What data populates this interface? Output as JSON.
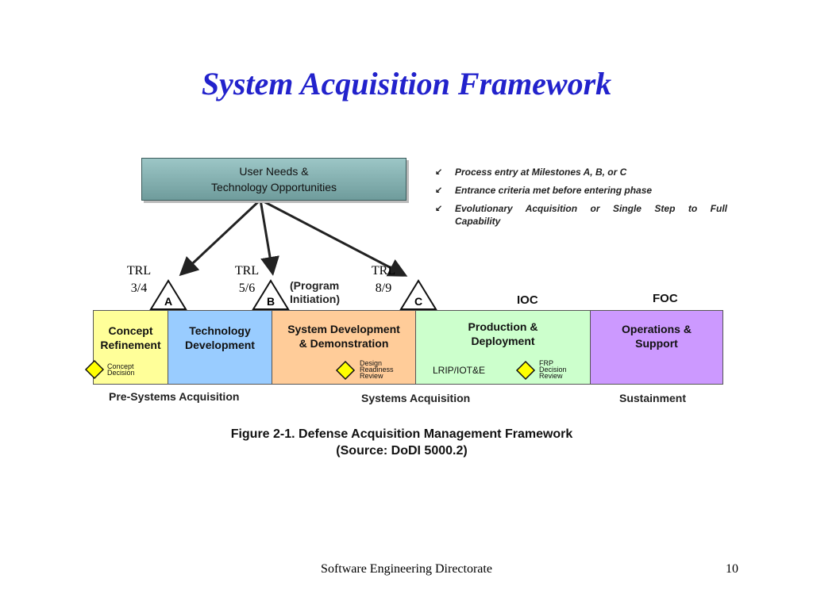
{
  "slide": {
    "title": "System Acquisition Framework",
    "footer": "Software Engineering Directorate",
    "page_number": "10"
  },
  "diagram": {
    "user_needs": {
      "line1": "User Needs &",
      "line2": "Technology  Opportunities"
    },
    "bullets": [
      "Process entry at Milestones A, B, or C",
      "Entrance criteria met before entering phase",
      "Evolutionary  Acquisition  or  Single  Step  to  Full",
      "Capability"
    ],
    "bullet_mark": "↙",
    "trl": [
      {
        "line1": "TRL",
        "line2": "3/4"
      },
      {
        "line1": "TRL",
        "line2": "5/6"
      },
      {
        "line1": "TRL",
        "line2": "8/9"
      }
    ],
    "milestones": {
      "a": "A",
      "b": "B",
      "c": "C"
    },
    "program_initiation": {
      "line1": "(Program",
      "line2": "Initiation)"
    },
    "ioc": "IOC",
    "foc": "FOC",
    "phases": [
      {
        "line1": "Concept",
        "line2": "Refinement",
        "color": "#ffff99"
      },
      {
        "line1": "Technology",
        "line2": "Development",
        "color": "#99ccff"
      },
      {
        "line1": "System  Development",
        "line2": "& Demonstration",
        "color": "#ffcc99"
      },
      {
        "line1": "Production &",
        "line2": "Deployment",
        "color": "#ccffcc"
      },
      {
        "line1": "Operations &",
        "line2": "Support",
        "color": "#cc99ff"
      }
    ],
    "decisions": {
      "concept": {
        "line1": "Concept",
        "line2": "Decision"
      },
      "design": {
        "line1": "Design",
        "line2": "Readiness",
        "line3": "Review"
      },
      "lrip": "LRIP/IOT&E",
      "frp": {
        "line1": "FRP",
        "line2": "Decision",
        "line3": "Review"
      }
    },
    "bottom_labels": {
      "pre_systems": "Pre-Systems  Acquisition",
      "systems": "Systems  Acquisition",
      "sustainment": "Sustainment"
    },
    "caption": {
      "line1": "Figure 2-1. Defense Acquisition Management Framework",
      "line2": "(Source: DoDI 5000.2)"
    }
  }
}
